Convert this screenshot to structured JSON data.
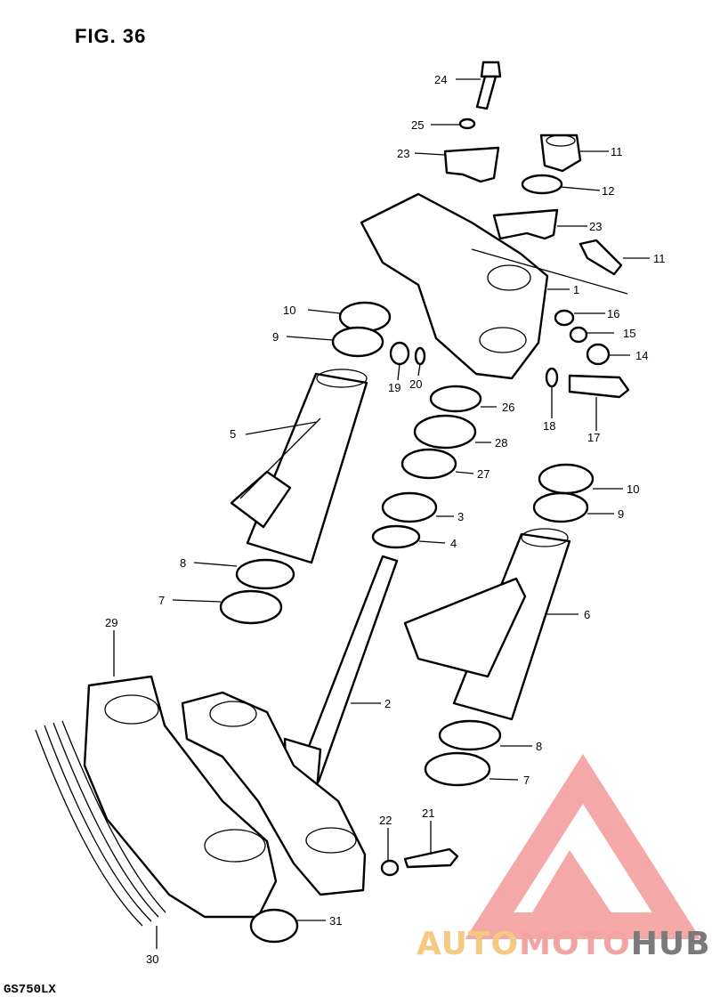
{
  "figure": {
    "title": "FIG. 36",
    "model": "GS750LX"
  },
  "watermark": {
    "part1": "AUTO",
    "part2": "MOTO",
    "part3": "HUB",
    "colors": {
      "auto": "#f6c982",
      "moto": "#f4a3a3",
      "hub": "#7a7a7a",
      "logo": "#f28b8b"
    }
  },
  "callouts": {
    "c1": "1",
    "c2": "2",
    "c3": "3",
    "c4": "4",
    "c5": "5",
    "c6": "6",
    "c7a": "7",
    "c7b": "7",
    "c8a": "8",
    "c8b": "8",
    "c9a": "9",
    "c9b": "9",
    "c10a": "10",
    "c10b": "10",
    "c11a": "11",
    "c11b": "11",
    "c12": "12",
    "c14": "14",
    "c15": "15",
    "c16": "16",
    "c17": "17",
    "c18": "18",
    "c19": "19",
    "c20": "20",
    "c21": "21",
    "c22": "22",
    "c23a": "23",
    "c23b": "23",
    "c24": "24",
    "c25": "25",
    "c26": "26",
    "c27": "27",
    "c28": "28",
    "c29": "29",
    "c30": "30",
    "c31": "31"
  }
}
